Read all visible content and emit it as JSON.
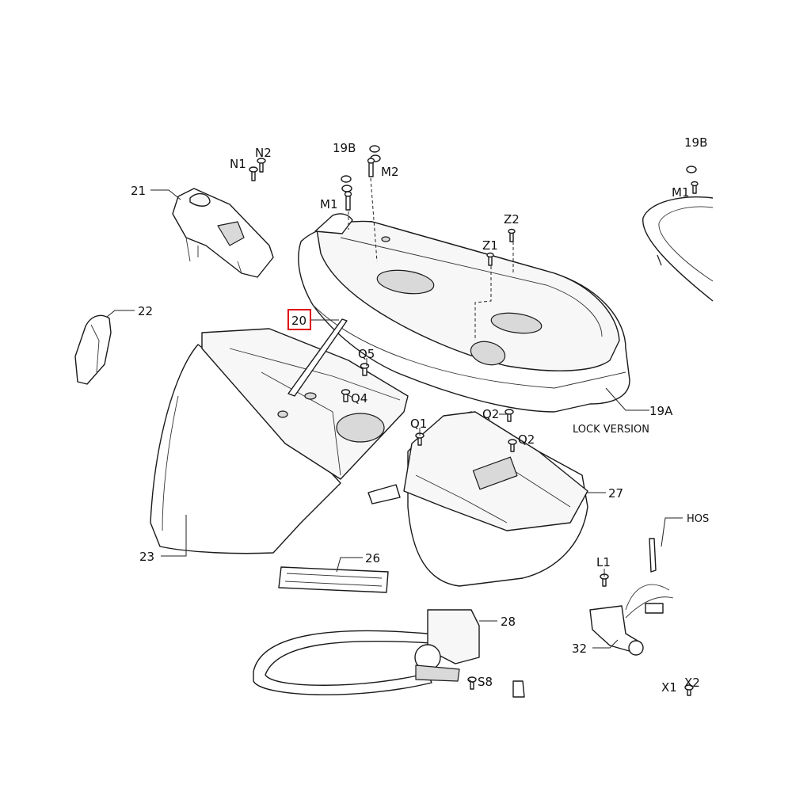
{
  "labels": {
    "l_19b_a": "19B",
    "l_19b_b": "19B",
    "l_m2": "M2",
    "l_m1_a": "M1",
    "l_m1_b": "M1",
    "l_z2": "Z2",
    "l_z1": "Z1",
    "l_n1": "N1",
    "l_n2": "N2",
    "l_21": "21",
    "l_22": "22",
    "l_20": "20",
    "l_q5": "Q5",
    "l_q4": "Q4",
    "l_q1": "Q1",
    "l_q2_a": "Q2",
    "l_q2_b": "Q2",
    "l_19a": "19A",
    "l_lock": "LOCK VERSION",
    "l_27": "27",
    "l_hos": "HOS",
    "l_23": "23",
    "l_26": "26",
    "l_l1": "L1",
    "l_28": "28",
    "l_32": "32",
    "l_s8": "S8",
    "l_x1": "X1",
    "l_x2": "X2"
  },
  "highlight": {
    "label_key": "l_20",
    "color": "#e00000"
  }
}
